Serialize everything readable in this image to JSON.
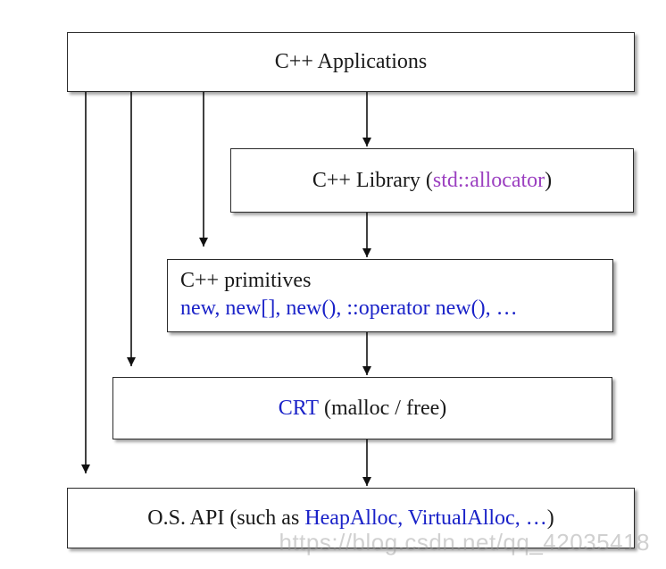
{
  "applications": {
    "label": "C++ Applications"
  },
  "library": {
    "prefix": "C++ Library (",
    "highlight": "std::allocator",
    "suffix": ")"
  },
  "primitives": {
    "title": "C++ primitives",
    "items": "new, new[], new(), ::operator new(), …"
  },
  "crt": {
    "highlight": "CRT",
    "rest": " (malloc / free)"
  },
  "os_api": {
    "prefix": "O.S. API (such as ",
    "highlight": "HeapAlloc, VirtualAlloc, …",
    "suffix": ")"
  },
  "watermark": "https://blog.csdn.net/qq_42035418",
  "colors": {
    "highlight_blue": "#1a22c8",
    "highlight_purple": "#9b3fc0",
    "border": "#2a2a2a"
  }
}
